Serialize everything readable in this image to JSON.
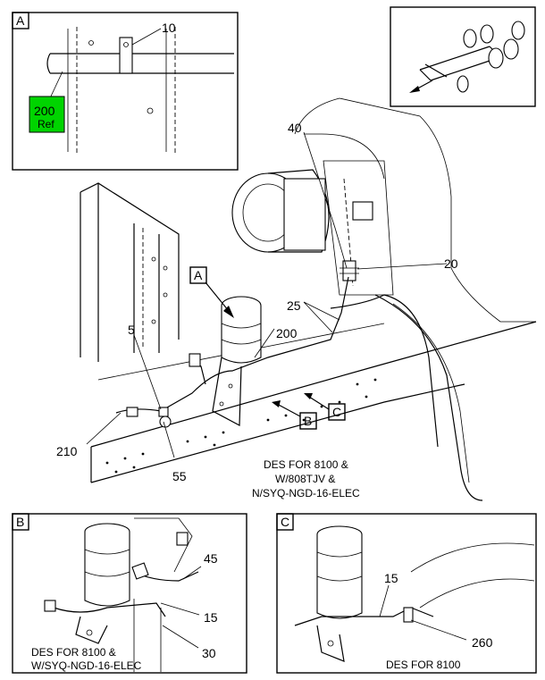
{
  "callouts": {
    "c10": "10",
    "c40": "40",
    "c20": "20",
    "c25": "25",
    "c200": "200",
    "c5": "5",
    "c210": "210",
    "c55": "55",
    "c45": "45",
    "c15b": "15",
    "c30": "30",
    "c15c": "15",
    "c260": "260"
  },
  "ref_badge": {
    "number": "200",
    "suffix": "Ref",
    "color": "#00d400"
  },
  "views": {
    "A": "A",
    "B": "B",
    "C": "C"
  },
  "main_notes": [
    "DES FOR 8100 &",
    "W/808TJV &",
    "N/SYQ-NGD-16-ELEC"
  ],
  "panel_b_notes": [
    "DES FOR 8100 &",
    "W/SYQ-NGD-16-ELEC"
  ],
  "panel_c_note": "DES FOR 8100"
}
